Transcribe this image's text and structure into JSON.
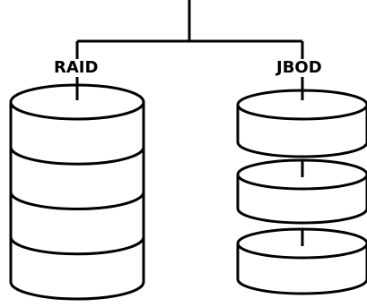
{
  "labels": {
    "left": "RAID",
    "right": "JBOD"
  },
  "colors": {
    "stroke": "#000000",
    "fill": "#ffffff"
  },
  "stacks": {
    "raid": {
      "disks": 4,
      "layout": "contiguous"
    },
    "jbod": {
      "disks": 3,
      "layout": "separated"
    }
  }
}
